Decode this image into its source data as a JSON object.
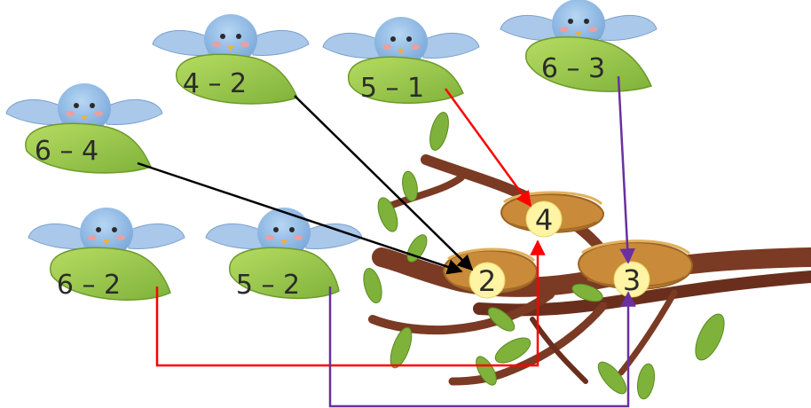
{
  "birds": [
    {
      "id": "b1",
      "label": "6 – 4"
    },
    {
      "id": "b2",
      "label": "4 – 2"
    },
    {
      "id": "b3",
      "label": "5 – 1"
    },
    {
      "id": "b4",
      "label": "6 – 3"
    },
    {
      "id": "b5",
      "label": "6 – 2"
    },
    {
      "id": "b6",
      "label": "5 – 2"
    }
  ],
  "nests": [
    {
      "id": "n4",
      "label": "4"
    },
    {
      "id": "n2",
      "label": "2"
    },
    {
      "id": "n3",
      "label": "3"
    }
  ],
  "connections": [
    {
      "from": "6 – 4",
      "to": "2",
      "color": "#000000"
    },
    {
      "from": "4 – 2",
      "to": "2",
      "color": "#000000"
    },
    {
      "from": "5 – 1",
      "to": "4",
      "color": "#ff0000"
    },
    {
      "from": "6 – 3",
      "to": "3",
      "color": "#6a2fa0"
    },
    {
      "from": "6 – 2",
      "to": "4",
      "color": "#ff0000"
    },
    {
      "from": "5 – 2",
      "to": "3",
      "color": "#6a2fa0"
    }
  ],
  "colors": {
    "bird_body": "#8fbbe6",
    "bird_wing": "#a9c8ea",
    "leaf": "#9ccc4a",
    "leaf_dark": "#6d9a2a",
    "branch": "#7a3a24",
    "nest": "#c98a3a",
    "nest_center": "#fff4a3"
  }
}
